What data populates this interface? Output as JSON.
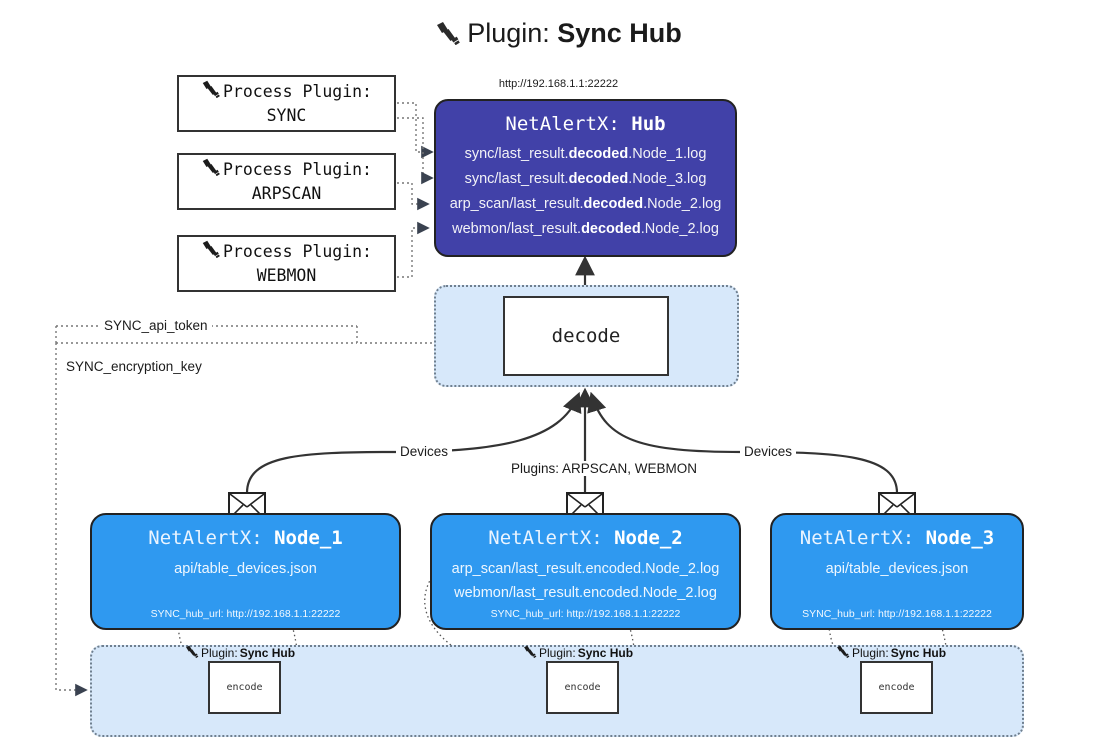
{
  "header": {
    "icon": "plug-icon",
    "prefix": "Plugin: ",
    "title": "Sync Hub",
    "hub_url": "http://192.168.1.1:22222"
  },
  "process_plugins": [
    {
      "icon": "plug-icon",
      "label": "Process Plugin:",
      "name": "SYNC"
    },
    {
      "icon": "plug-icon",
      "label": "Process Plugin:",
      "name": "ARPSCAN"
    },
    {
      "icon": "plug-icon",
      "label": "Process Plugin:",
      "name": "WEBMON"
    }
  ],
  "hub": {
    "title_prefix": "NetAlertX: ",
    "title_name": "Hub",
    "rows": [
      {
        "pre": "sync/last_result.",
        "em": "decoded",
        "post": ".Node_1.log"
      },
      {
        "pre": "sync/last_result.",
        "em": "decoded",
        "post": ".Node_3.log"
      },
      {
        "pre": "arp_scan/last_result.",
        "em": "decoded",
        "post": ".Node_2.log"
      },
      {
        "pre": "webmon/last_result.",
        "em": "decoded",
        "post": ".Node_2.log"
      }
    ]
  },
  "decode": {
    "label": "decode"
  },
  "settings_paths": [
    {
      "label": "SYNC_api_token"
    },
    {
      "label": "SYNC_encryption_key"
    }
  ],
  "edge_labels": {
    "devices_left": "Devices",
    "devices_right": "Devices",
    "plugins_center": "Plugins: ARPSCAN, WEBMON"
  },
  "nodes": [
    {
      "icon": "envelope-icon",
      "title_prefix": "NetAlertX: ",
      "title_name": "Node_1",
      "lines": [
        "api/table_devices.json"
      ],
      "hub_url_setting": "SYNC_hub_url: http://192.168.1.1:22222"
    },
    {
      "icon": "envelope-icon",
      "title_prefix": "NetAlertX: ",
      "title_name": "Node_2",
      "lines": [
        "arp_scan/last_result.encoded.Node_2.log",
        "webmon/last_result.encoded.Node_2.log"
      ],
      "hub_url_setting": "SYNC_hub_url: http://192.168.1.1:22222"
    },
    {
      "icon": "envelope-icon",
      "title_prefix": "NetAlertX: ",
      "title_name": "Node_3",
      "lines": [
        "api/table_devices.json"
      ],
      "hub_url_setting": "SYNC_hub_url: http://192.168.1.1:22222"
    }
  ],
  "encoders": [
    {
      "icon": "plug-icon",
      "label_prefix": "Plugin: ",
      "label_name": "Sync Hub",
      "box": "encode"
    },
    {
      "icon": "plug-icon",
      "label_prefix": "Plugin: ",
      "label_name": "Sync Hub",
      "box": "encode"
    },
    {
      "icon": "plug-icon",
      "label_prefix": "Plugin: ",
      "label_name": "Sync Hub",
      "box": "encode"
    }
  ],
  "colors": {
    "hub": "#4141a8",
    "node": "#2f99f0",
    "container": "#d7e8fa",
    "line": "#333333",
    "background": "#ffffff"
  }
}
